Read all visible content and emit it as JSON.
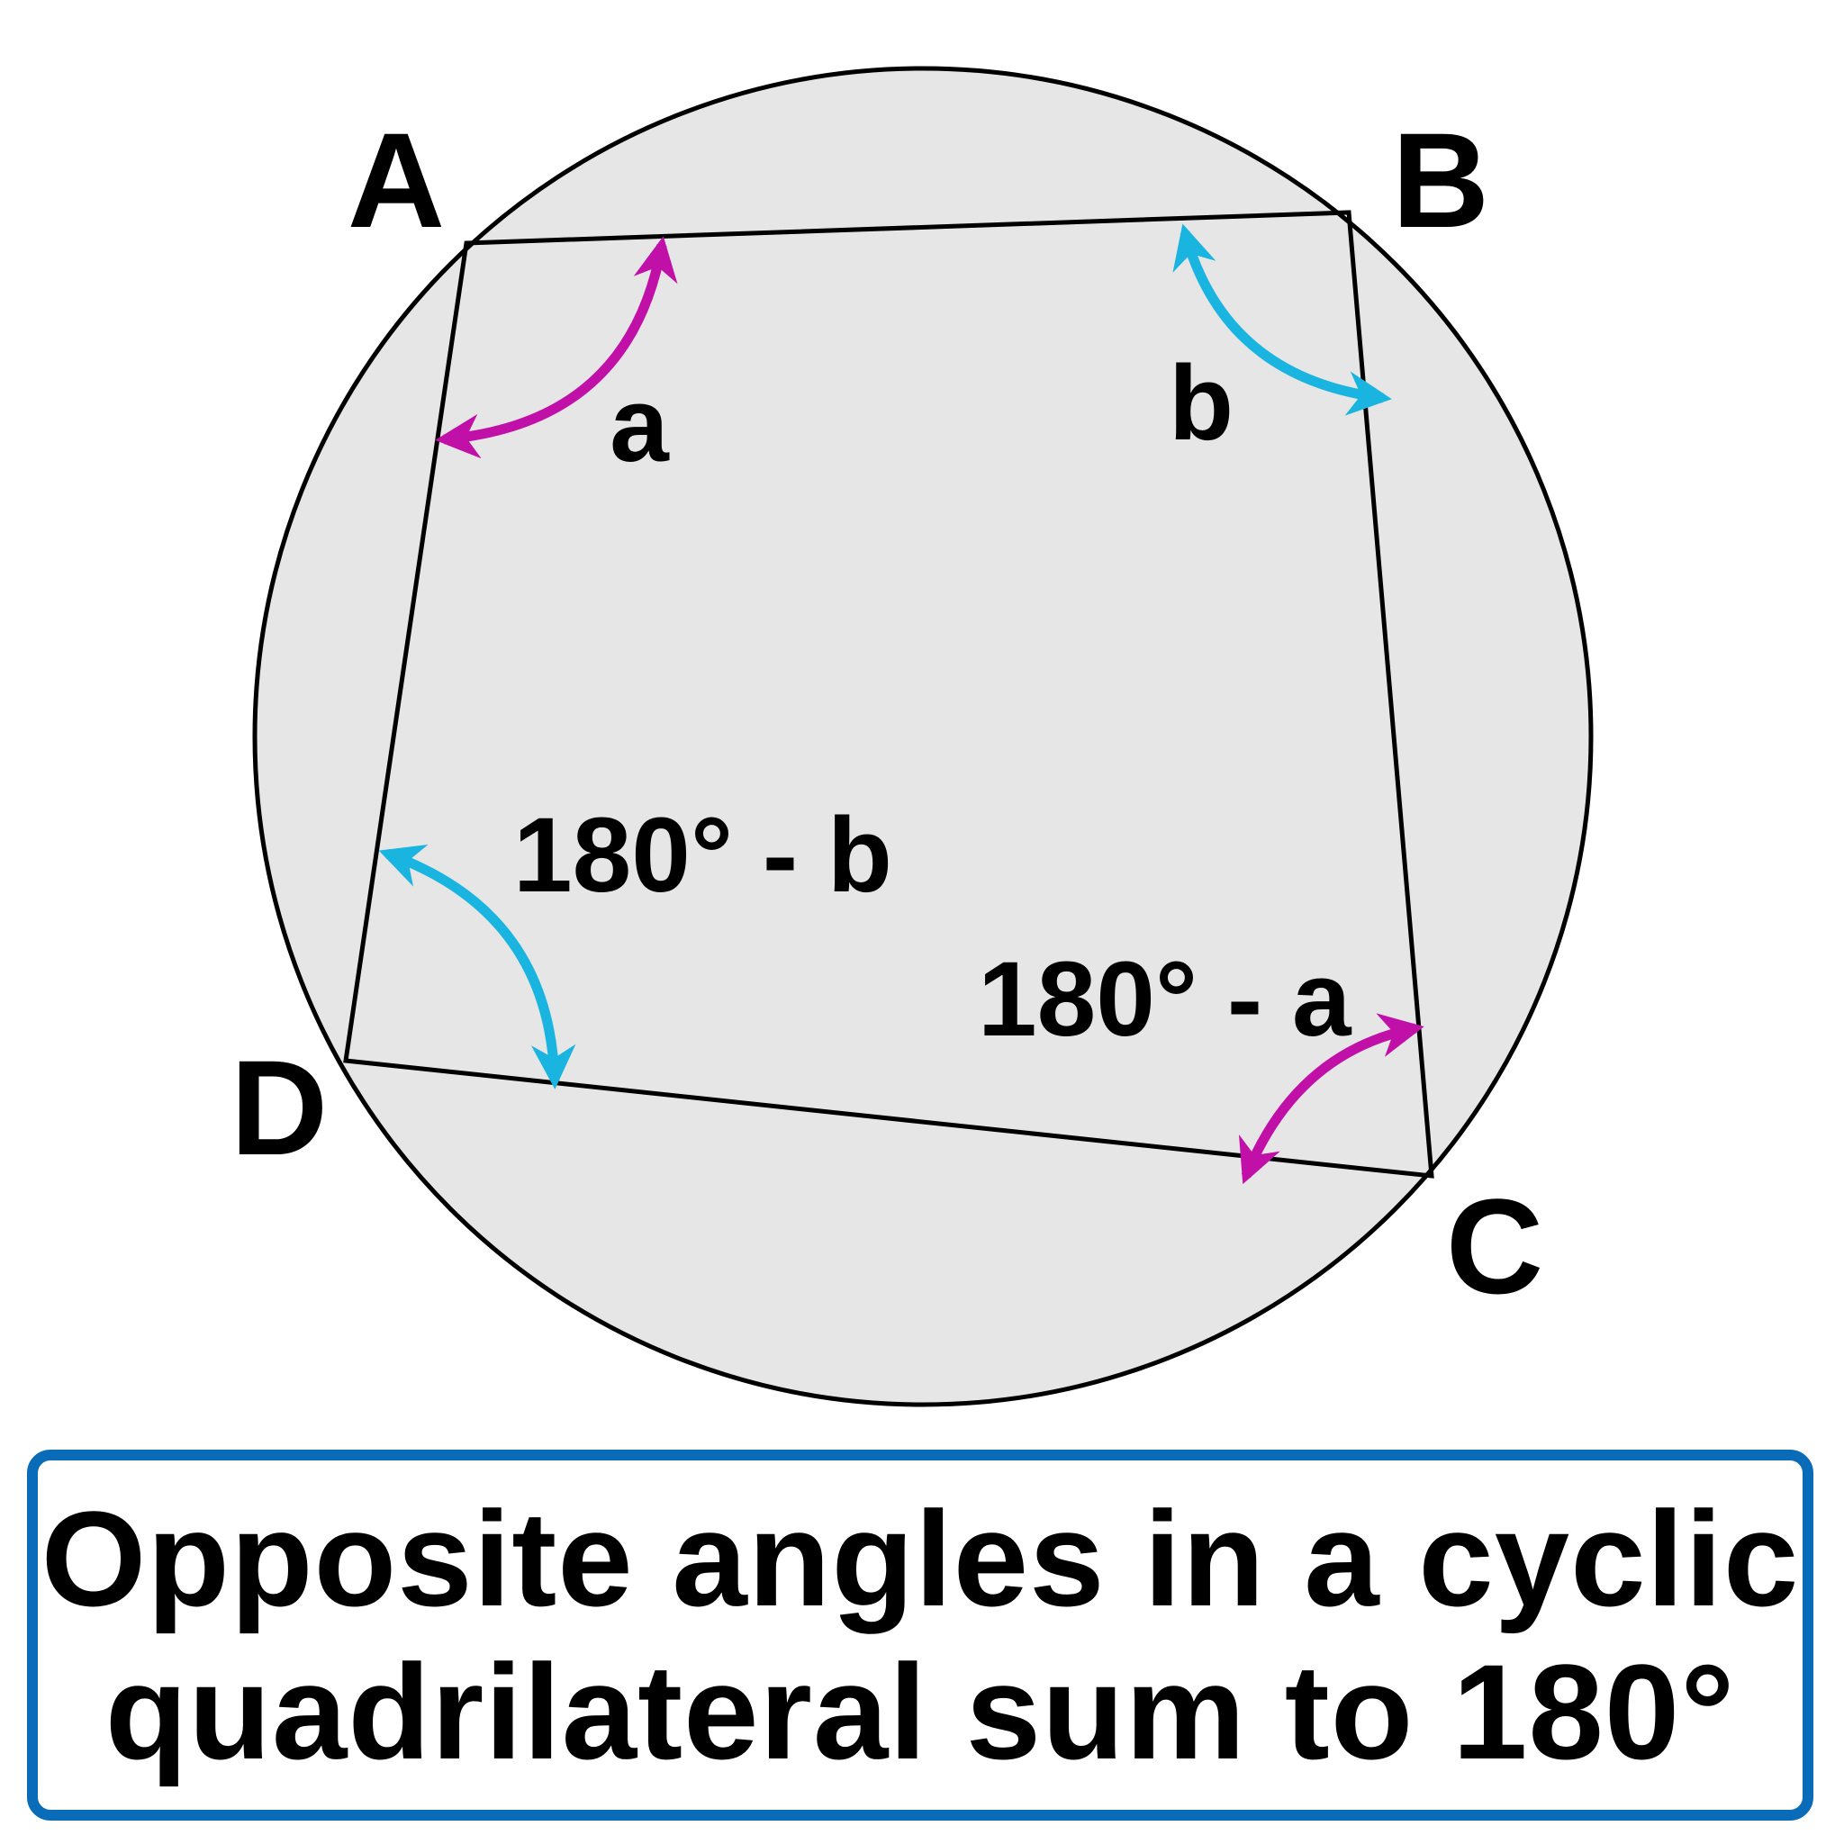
{
  "vertices": {
    "a": "A",
    "b": "B",
    "c": "C",
    "d": "D"
  },
  "angles": {
    "at_a": "a",
    "at_b": "b",
    "at_d": "180° - b",
    "at_c": "180° - a"
  },
  "colors": {
    "circle_fill": "#e6e6e6",
    "outline": "#000000",
    "magenta": "#c010a8",
    "cyan": "#1ab4e0",
    "caption_border": "#0a6bb8"
  },
  "caption": {
    "line1": "Opposite angles in a cyclic",
    "line2": "quadrilateral sum to 180°"
  }
}
